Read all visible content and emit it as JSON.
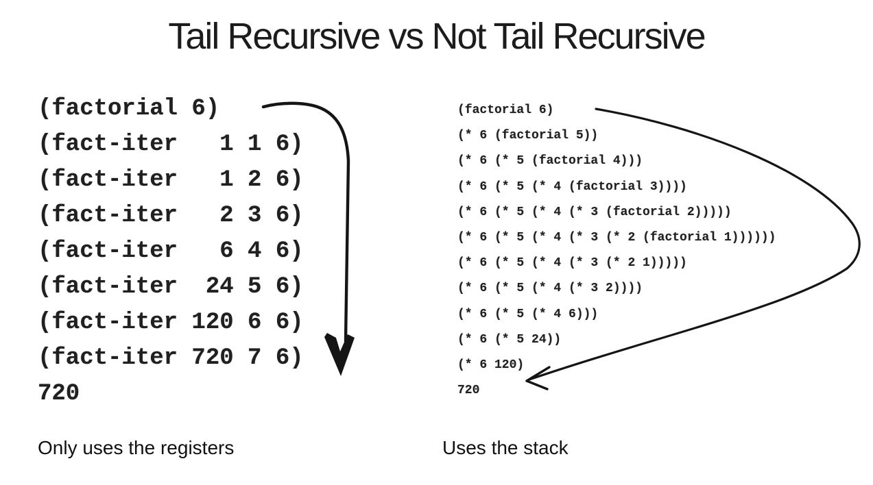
{
  "title": "Tail Recursive vs Not Tail Recursive",
  "left_panel": {
    "trace_lines": [
      "(factorial 6)",
      "(fact-iter   1 1 6)",
      "(fact-iter   1 2 6)",
      "(fact-iter   2 3 6)",
      "(fact-iter   6 4 6)",
      "(fact-iter  24 5 6)",
      "(fact-iter 120 6 6)",
      "(fact-iter 720 7 6)",
      "720"
    ],
    "caption": "Only uses the registers",
    "arrow_meaning": "straight flow downward"
  },
  "right_panel": {
    "trace_lines": [
      "(factorial 6)",
      "(* 6 (factorial 5))",
      "(* 6 (* 5 (factorial 4)))",
      "(* 6 (* 5 (* 4 (factorial 3))))",
      "(* 6 (* 5 (* 4 (* 3 (factorial 2)))))",
      "(* 6 (* 5 (* 4 (* 3 (* 2 (factorial 1))))))",
      "(* 6 (* 5 (* 4 (* 3 (* 2 1)))))",
      "(* 6 (* 5 (* 4 (* 3 2))))",
      "(* 6 (* 5 (* 4 6)))",
      "(* 6 (* 5 24))",
      "(* 6 120)",
      "720"
    ],
    "caption": "Uses the stack",
    "arrow_meaning": "expands then contracts back"
  },
  "colors": {
    "background": "#ffffff",
    "title_text": "#1c1c1c",
    "code_text": "#202020",
    "caption_text": "#111111",
    "arrow": "#151515"
  }
}
